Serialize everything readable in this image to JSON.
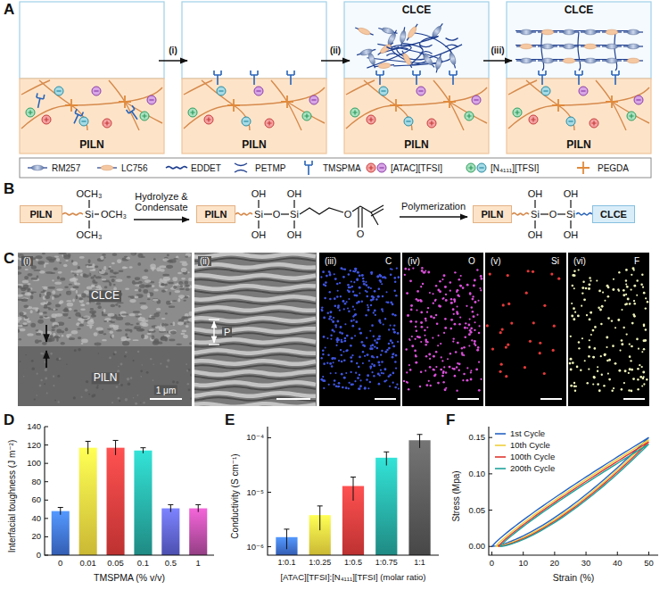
{
  "diagram": {
    "nodes": [
      {
        "text": [
          "PILN"
        ]
      },
      {
        "text": [
          "PILN"
        ]
      },
      {
        "text": [
          "CLCE"
        ]
      },
      {
        "text": [
          "PILN"
        ]
      },
      {
        "text": [
          "CLCE"
        ]
      },
      {
        "text": [
          "PILN"
        ]
      },
      {
        "text": [
          "PILN"
        ]
      },
      {
        "text": [
          "PILN"
        ]
      },
      {
        "text": [
          "PILN"
        ]
      },
      {
        "text": [
          "CLCE"
        ]
      }
    ],
    "labels": [
      "A",
      "(i)",
      "(ii)",
      "(iii)",
      "B",
      "OCH₃",
      "Si",
      "OCH₃",
      "OCH₃",
      "Hydrolyze & Condensate",
      "OH",
      "OH",
      "Si",
      "O",
      "Si",
      "OH",
      "OH",
      "O",
      "O",
      "Polymerization",
      "OH",
      "OH",
      "Si",
      "O",
      "Si",
      "OH",
      "OH",
      "C",
      "(i)",
      "CLCE",
      "PILN",
      "1 μm",
      "(ii)",
      "P",
      "(iii)",
      "C",
      "(iv)",
      "O",
      "(v)",
      "Si",
      "(vi)",
      "F",
      "D",
      "0",
      "20",
      "40",
      "60",
      "80",
      "100",
      "120",
      "140",
      "0",
      "0.01",
      "0.05",
      "0.1",
      "0.5",
      "1",
      "TMSPMA (% v/v)",
      "Interfacial toughness (J m⁻²)",
      "E",
      "10⁻⁶",
      "10⁻⁵",
      "10⁻⁴",
      "1:0.1",
      "1:0.25",
      "1:0.5",
      "1:0.75",
      "1:1",
      "[ATAC][TFSI]:[N₄₁₁₁][TFSI] (molar ratio)",
      "Conductivity (S cm⁻¹)",
      "F",
      "0.00",
      "0.05",
      "0.10",
      "0.15",
      "0",
      "10",
      "20",
      "30",
      "40",
      "50",
      "Strain (%)",
      "Stress (Mpa)"
    ],
    "legend": [
      {
        "text": "RM257"
      },
      {
        "text": "LC756"
      },
      {
        "text": "EDDET"
      },
      {
        "text": "PETMP"
      },
      {
        "text": "TMSPMA"
      },
      {
        "text": "[ATAC][TFSI]"
      },
      {
        "text": "[N₄₁₁₁][TFSI]"
      },
      {
        "text": "PEGDA"
      },
      {
        "text": "1st Cycle"
      },
      {
        "text": "10th Cycle"
      },
      {
        "text": "100th Cycle"
      },
      {
        "text": "200th Cycle"
      }
    ]
  }
}
